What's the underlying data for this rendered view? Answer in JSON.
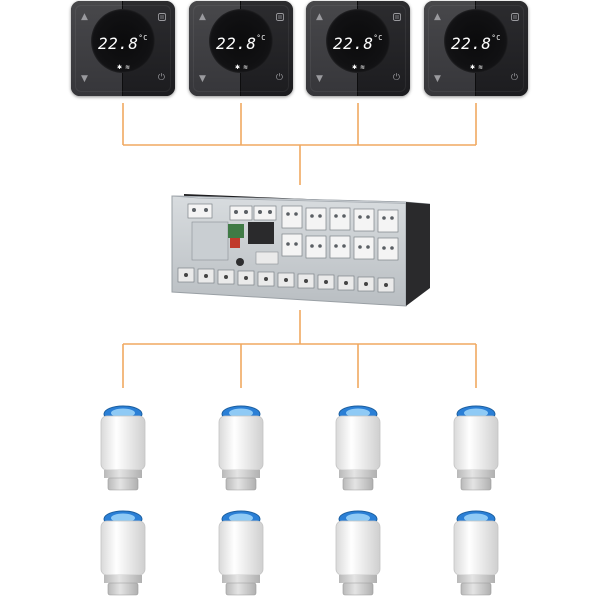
{
  "thermostats": [
    {
      "temperature": "22.8",
      "unit": "°C",
      "up_icon": "triangle-up-icon",
      "down_icon": "triangle-down-icon",
      "menu_icon": "menu-icon",
      "power_icon": "power-icon"
    },
    {
      "temperature": "22.8",
      "unit": "°C",
      "up_icon": "triangle-up-icon",
      "down_icon": "triangle-down-icon",
      "menu_icon": "menu-icon",
      "power_icon": "power-icon"
    },
    {
      "temperature": "22.8",
      "unit": "°C",
      "up_icon": "triangle-up-icon",
      "down_icon": "triangle-down-icon",
      "menu_icon": "menu-icon",
      "power_icon": "power-icon"
    },
    {
      "temperature": "22.8",
      "unit": "°C",
      "up_icon": "triangle-up-icon",
      "down_icon": "triangle-down-icon",
      "menu_icon": "menu-icon",
      "power_icon": "power-icon"
    }
  ],
  "hub": {
    "icon": "wiring-center-icon"
  },
  "actuators": [
    {
      "icon": "thermal-actuator-icon"
    },
    {
      "icon": "thermal-actuator-icon"
    },
    {
      "icon": "thermal-actuator-icon"
    },
    {
      "icon": "thermal-actuator-icon"
    },
    {
      "icon": "thermal-actuator-icon"
    },
    {
      "icon": "thermal-actuator-icon"
    },
    {
      "icon": "thermal-actuator-icon"
    },
    {
      "icon": "thermal-actuator-icon"
    }
  ],
  "colors": {
    "wire": "#f0a860",
    "thermostat_body": "#1a1a1c",
    "thermostat_display": "#ffffff",
    "hub_base": "#1e1e20",
    "actuator_body": "#f4f4f4",
    "actuator_cap": "#3a8fe0",
    "actuator_base": "#cfcfcf"
  }
}
